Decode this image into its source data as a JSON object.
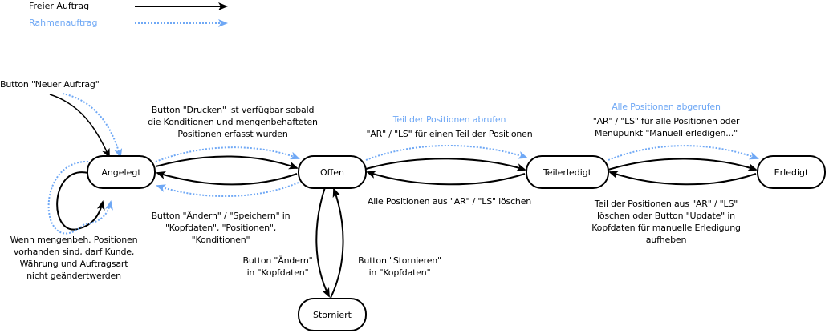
{
  "colors": {
    "freier": "#000000",
    "rahmen": "#6fa8f5"
  },
  "legend": {
    "freier_label": "Freier Auftrag",
    "rahmen_label": "Rahmenauftrag"
  },
  "states": {
    "angelegt": "Angelegt",
    "offen": "Offen",
    "teilerledigt": "Teilerledigt",
    "erledigt": "Erledigt",
    "storniert": "Storniert"
  },
  "transitions": {
    "start": "Button \"Neuer Auftrag\"",
    "angelegt_to_offen": [
      "Button \"Drucken\" ist verfügbar sobald",
      "die Konditionen und mengenbehafteten",
      "Positionen erfasst wurden"
    ],
    "offen_to_angelegt": [
      "Button \"Ändern\" / \"Speichern\" in",
      "\"Kopfdaten\", \"Positionen\",",
      "\"Konditionen\""
    ],
    "angelegt_self": [
      "Wenn mengenbeh. Positionen",
      "vorhanden sind, darf Kunde,",
      "Währung und Auftragsart",
      "nicht geändertwerden"
    ],
    "offen_to_teil_blue": "Teil der Positionen abrufen",
    "offen_to_teil": "\"AR\" / \"LS\" für einen Teil der Positionen",
    "teil_to_offen": "Alle Positionen aus \"AR\" / \"LS\" löschen",
    "teil_to_erledigt_blue": "Alle Positionen abgerufen",
    "teil_to_erledigt": [
      "\"AR\" / \"LS\" für alle Positionen oder",
      "Menüpunkt \"Manuell erledigen...\""
    ],
    "erledigt_to_teil": [
      "Teil der Positionen aus \"AR\" / \"LS\"",
      "löschen oder Button \"Update\" in",
      "Kopfdaten für manuelle Erledigung",
      "aufheben"
    ],
    "storniert_to_offen": [
      "Button \"Ändern\"",
      "in \"Kopfdaten\""
    ],
    "offen_to_storniert": [
      "Button \"Stornieren\"",
      "in \"Kopfdaten\""
    ]
  }
}
